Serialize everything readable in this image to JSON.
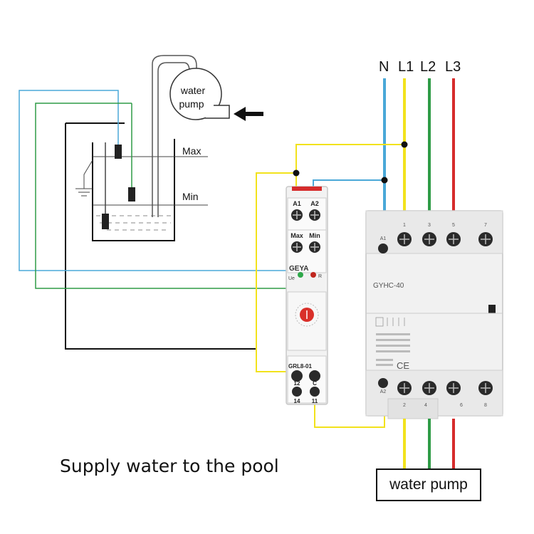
{
  "diagram": {
    "pump_label_line1": "water",
    "pump_label_line2": "pump",
    "level_max": "Max",
    "level_min": "Min",
    "phases": {
      "n": "N",
      "l1": "L1",
      "l2": "L2",
      "l3": "L3"
    },
    "colors": {
      "neutral": "#4aa8d8",
      "l1": "#f2e21c",
      "l2": "#2e9b46",
      "l3": "#d62c2c",
      "control": "#5c5c5c",
      "relay_knob": "#d9302a",
      "led_green": "#2fa84a",
      "led_red": "#c0271f"
    },
    "relay": {
      "brand": "GEYA",
      "model": "GRL8-01",
      "terminal_a1": "A1",
      "terminal_a2": "A2",
      "terminal_max": "Max",
      "terminal_min": "Min",
      "led_ue": "Ue",
      "led_r": "R",
      "terminal_12": "12",
      "terminal_c": "C",
      "terminal_14": "14",
      "terminal_11": "11"
    },
    "contactor": {
      "model": "GYHC-40",
      "coil_a1": "A1",
      "coil_a2": "A2",
      "top_terminals": [
        "1",
        "3",
        "5",
        "7"
      ],
      "bottom_terminals": [
        "2",
        "4",
        "6",
        "8"
      ],
      "ce_mark": "CE"
    },
    "caption": "Supply water to the pool",
    "load_label": "water pump"
  }
}
